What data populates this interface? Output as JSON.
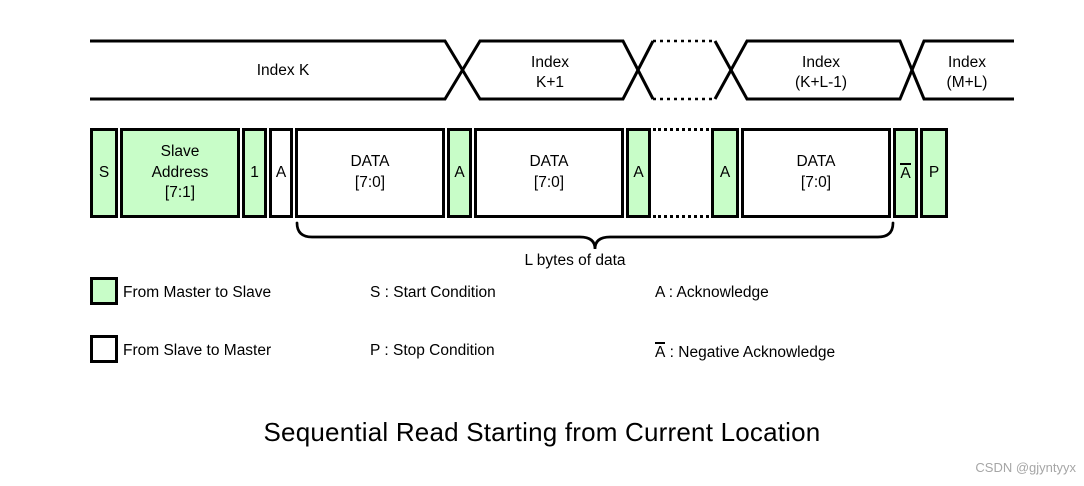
{
  "colors": {
    "master_fill": "#c8fdc8",
    "slave_fill": "#ffffff",
    "line": "#000000",
    "watermark_text": "#a6a6a6"
  },
  "index_waveform": {
    "segments": [
      {
        "lines": [
          "Index K"
        ]
      },
      {
        "lines": [
          "Index",
          "K+1"
        ]
      },
      {
        "dotted": true,
        "lines": []
      },
      {
        "lines": [
          "Index",
          "(K+L-1)"
        ]
      },
      {
        "lines": [
          "Index",
          "(M+L)"
        ]
      }
    ]
  },
  "frame": {
    "boxes": [
      {
        "lines": [
          "S"
        ],
        "source": "master"
      },
      {
        "lines": [
          "Slave",
          "Address",
          "[7:1]"
        ],
        "source": "master"
      },
      {
        "lines": [
          "1"
        ],
        "source": "master"
      },
      {
        "lines": [
          "A"
        ],
        "source": "slave"
      },
      {
        "lines": [
          "DATA",
          "[7:0]"
        ],
        "source": "slave"
      },
      {
        "lines": [
          "A"
        ],
        "source": "master"
      },
      {
        "lines": [
          "DATA",
          "[7:0]"
        ],
        "source": "slave"
      },
      {
        "lines": [
          "A"
        ],
        "source": "master"
      },
      {
        "dotted": true,
        "lines": []
      },
      {
        "lines": [
          "A"
        ],
        "source": "master"
      },
      {
        "lines": [
          "DATA",
          "[7:0]"
        ],
        "source": "slave"
      },
      {
        "lines": [
          "A"
        ],
        "source": "master",
        "overline": true
      },
      {
        "lines": [
          "P"
        ],
        "source": "master"
      }
    ]
  },
  "brace": {
    "label": "L bytes of data"
  },
  "legend": {
    "swatches": [
      {
        "fill": "master",
        "label": "From Master to Slave"
      },
      {
        "fill": "slave",
        "label": "From Slave to Master"
      }
    ],
    "definitions": [
      {
        "symbol": "S",
        "desc": " : Start Condition"
      },
      {
        "symbol": "P",
        "desc": " : Stop Condition"
      },
      {
        "symbol": "A",
        "desc": " : Acknowledge"
      },
      {
        "symbol": "A",
        "overline": true,
        "desc": " : Negative Acknowledge"
      }
    ]
  },
  "title": "Sequential Read Starting from Current Location",
  "watermark": "CSDN @gjyntyyx"
}
